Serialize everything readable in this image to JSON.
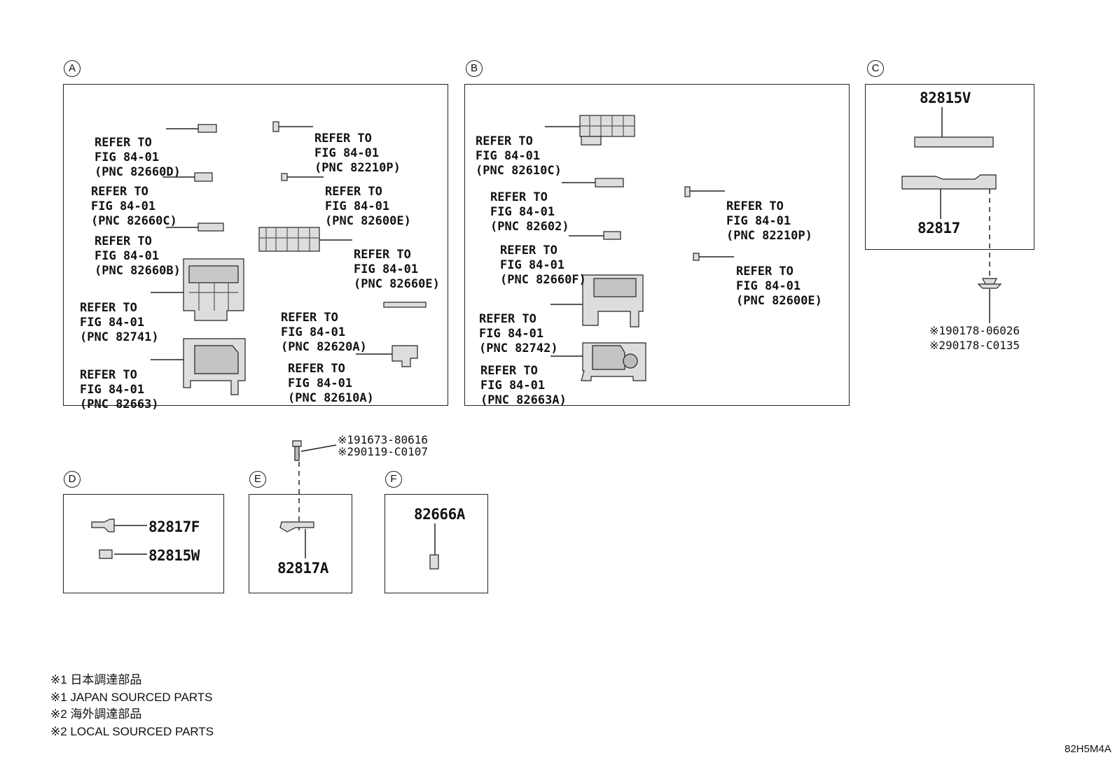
{
  "sections": {
    "A": {
      "circle": "A",
      "refs": [
        {
          "lines": [
            "REFER TO",
            "FIG 84-01",
            "(PNC 82660D)"
          ]
        },
        {
          "lines": [
            "REFER TO",
            "FIG 84-01",
            "(PNC 82210P)"
          ]
        },
        {
          "lines": [
            "REFER TO",
            "FIG 84-01",
            "(PNC 82660C)"
          ]
        },
        {
          "lines": [
            "REFER TO",
            "FIG 84-01",
            "(PNC 82600E)"
          ]
        },
        {
          "lines": [
            "REFER TO",
            "FIG 84-01",
            "(PNC 82660B)"
          ]
        },
        {
          "lines": [
            "REFER TO",
            "FIG 84-01",
            "(PNC 82660E)"
          ]
        },
        {
          "lines": [
            "REFER TO",
            "FIG 84-01",
            "(PNC 82741)"
          ]
        },
        {
          "lines": [
            "REFER TO",
            "FIG 84-01",
            "(PNC 82620A)"
          ]
        },
        {
          "lines": [
            "REFER TO",
            "FIG 84-01",
            "(PNC 82663)"
          ]
        },
        {
          "lines": [
            "REFER TO",
            "FIG 84-01",
            "(PNC 82610A)"
          ]
        }
      ]
    },
    "B": {
      "circle": "B",
      "refs": [
        {
          "lines": [
            "REFER TO",
            "FIG 84-01",
            "(PNC 82610C)"
          ]
        },
        {
          "lines": [
            "REFER TO",
            "FIG 84-01",
            "(PNC 82602)"
          ]
        },
        {
          "lines": [
            "REFER TO",
            "FIG 84-01",
            "(PNC 82210P)"
          ]
        },
        {
          "lines": [
            "REFER TO",
            "FIG 84-01",
            "(PNC 82660F)"
          ]
        },
        {
          "lines": [
            "REFER TO",
            "FIG 84-01",
            "(PNC 82600E)"
          ]
        },
        {
          "lines": [
            "REFER TO",
            "FIG 84-01",
            "(PNC 82742)"
          ]
        },
        {
          "lines": [
            "REFER TO",
            "FIG 84-01",
            "(PNC 82663A)"
          ]
        }
      ]
    },
    "C": {
      "circle": "C",
      "parts": [
        "82815V",
        "82817"
      ],
      "screw": [
        "※190178-06026",
        "※290178-C0135"
      ]
    },
    "D": {
      "circle": "D",
      "parts": [
        "82817F",
        "82815W"
      ]
    },
    "E": {
      "circle": "E",
      "parts": [
        "82817A"
      ],
      "screw": [
        "※191673-80616",
        "※290119-C0107"
      ]
    },
    "F": {
      "circle": "F",
      "parts": [
        "82666A"
      ]
    }
  },
  "notes": [
    "※1 日本調達部品",
    "※1 JAPAN SOURCED PARTS",
    "※2 海外調達部品",
    "※2 LOCAL SOURCED PARTS"
  ],
  "diagram_code": "82H5M4A"
}
